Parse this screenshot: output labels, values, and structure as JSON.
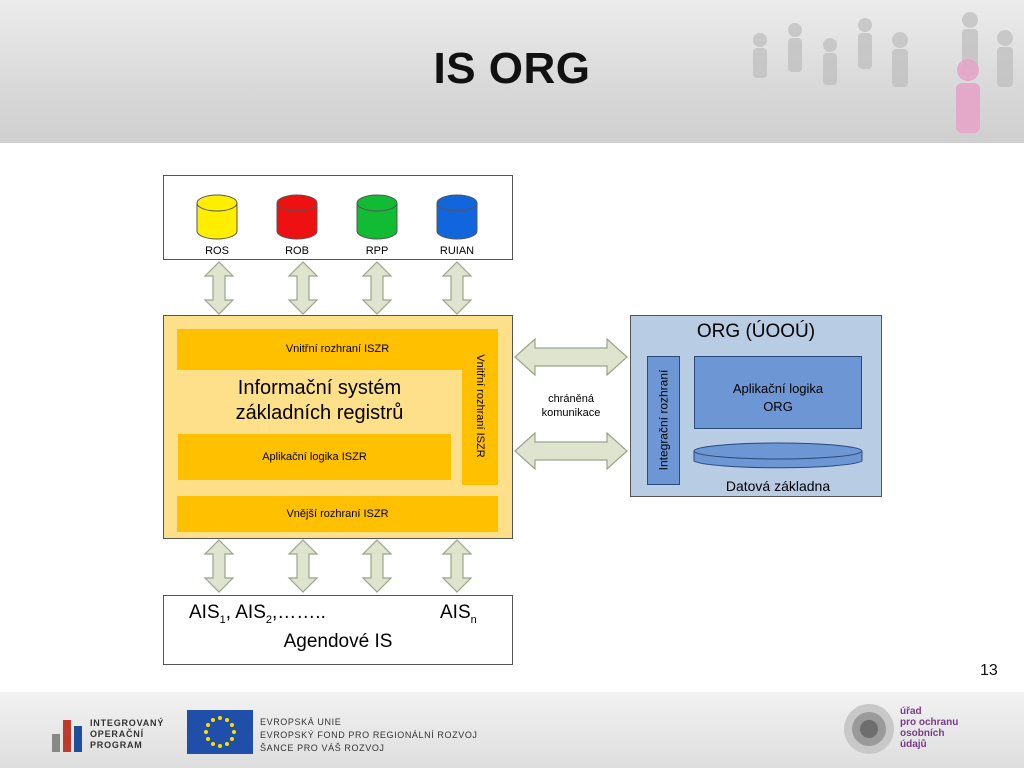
{
  "title": "IS ORG",
  "page_number": "13",
  "registries": [
    {
      "label": "ROS",
      "color": "#ffee00"
    },
    {
      "label": "ROB",
      "color": "#ee1111"
    },
    {
      "label": "RPP",
      "color": "#11bb33"
    },
    {
      "label": "RUIAN",
      "color": "#1166dd"
    }
  ],
  "iszr": {
    "inner_interface_top": "Vnitřní rozhraní ISZR",
    "inner_interface_side": "Vnitřní rozhraní ISZR",
    "title_line1": "Informační systém",
    "title_line2": "základních registrů",
    "app_logic": "Aplikační logika ISZR",
    "outer_interface": "Vnější rozhraní ISZR"
  },
  "channel": {
    "line1": "chráněná",
    "line2": "komunikace"
  },
  "org": {
    "title": "ORG (ÚOOÚ)",
    "integration_interface": "Integrační rozhraní",
    "app_logic_line1": "Aplikační logika",
    "app_logic_line2": "ORG",
    "database": "Datová základna"
  },
  "ais": {
    "p1": "AIS",
    "s1": "1",
    "p2": ", AIS",
    "s2": "2",
    "p3": ",……..",
    "pn": "AIS",
    "sn": "n",
    "agendas": "Agendové IS"
  },
  "footer": {
    "iop_line1": "INTEGROVANÝ",
    "iop_line2": "OPERAČNÍ",
    "iop_line3": "PROGRAM",
    "eu_line1": "EVROPSKÁ UNIE",
    "eu_line2": "EVROPSKÝ FOND PRO REGIONÁLNÍ ROZVOJ",
    "eu_line3": "ŠANCE PRO VÁŠ ROZVOJ",
    "uoou_line1": "úřad",
    "uoou_line2": "pro ochranu",
    "uoou_line3": "osobních",
    "uoou_line4": "údajů"
  }
}
